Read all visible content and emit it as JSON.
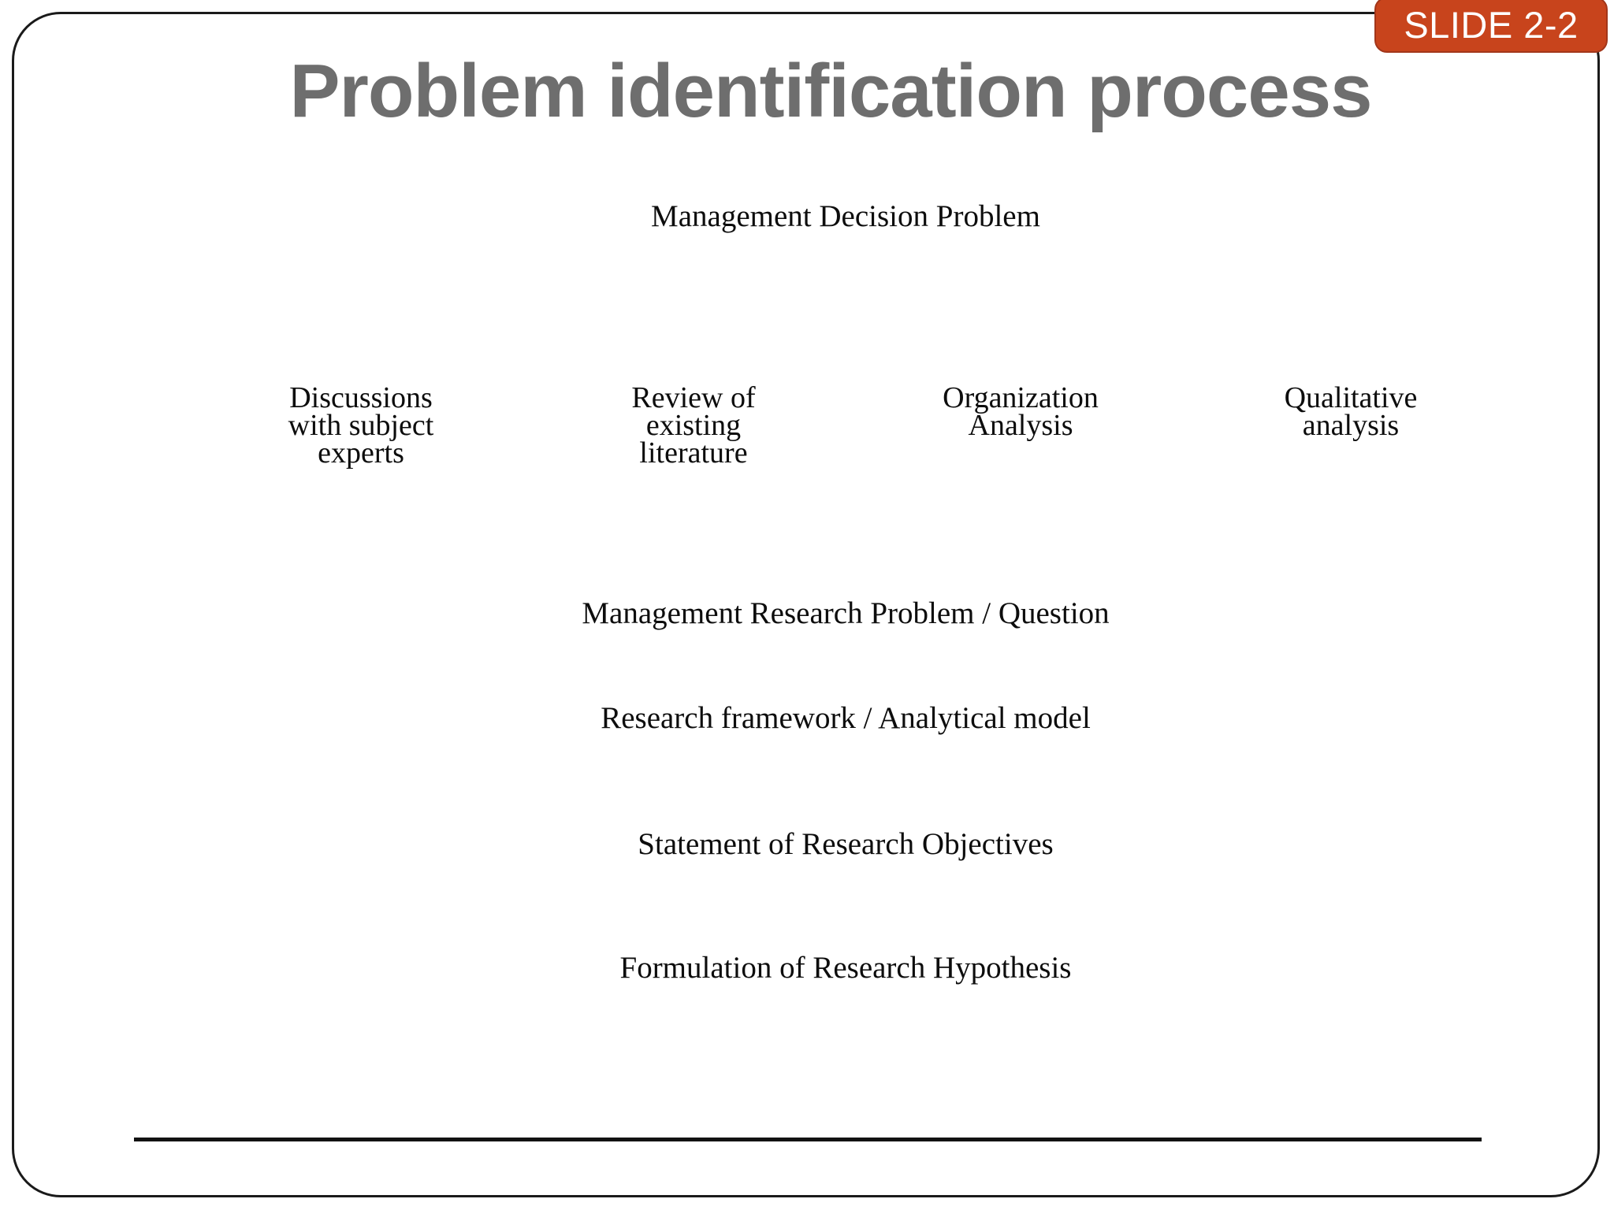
{
  "slide": {
    "badge_label": "SLIDE 2-2",
    "title": "Problem identification process",
    "accent_color": "#c8441c",
    "title_color": "#6e6e6e",
    "body_color": "#0d0d0d"
  },
  "diagram": {
    "top_node": "Management Decision Problem",
    "sources": [
      {
        "label": "Discussions\nwith subject\nexperts"
      },
      {
        "label": "Review of\nexisting\nliterature"
      },
      {
        "label": "Organization\nAnalysis"
      },
      {
        "label": "Qualitative\nanalysis"
      }
    ],
    "stages": [
      {
        "label": "Management Research Problem / Question"
      },
      {
        "label": "Research framework / Analytical model"
      },
      {
        "label": "Statement of Research Objectives"
      },
      {
        "label": "Formulation of Research Hypothesis"
      }
    ]
  }
}
